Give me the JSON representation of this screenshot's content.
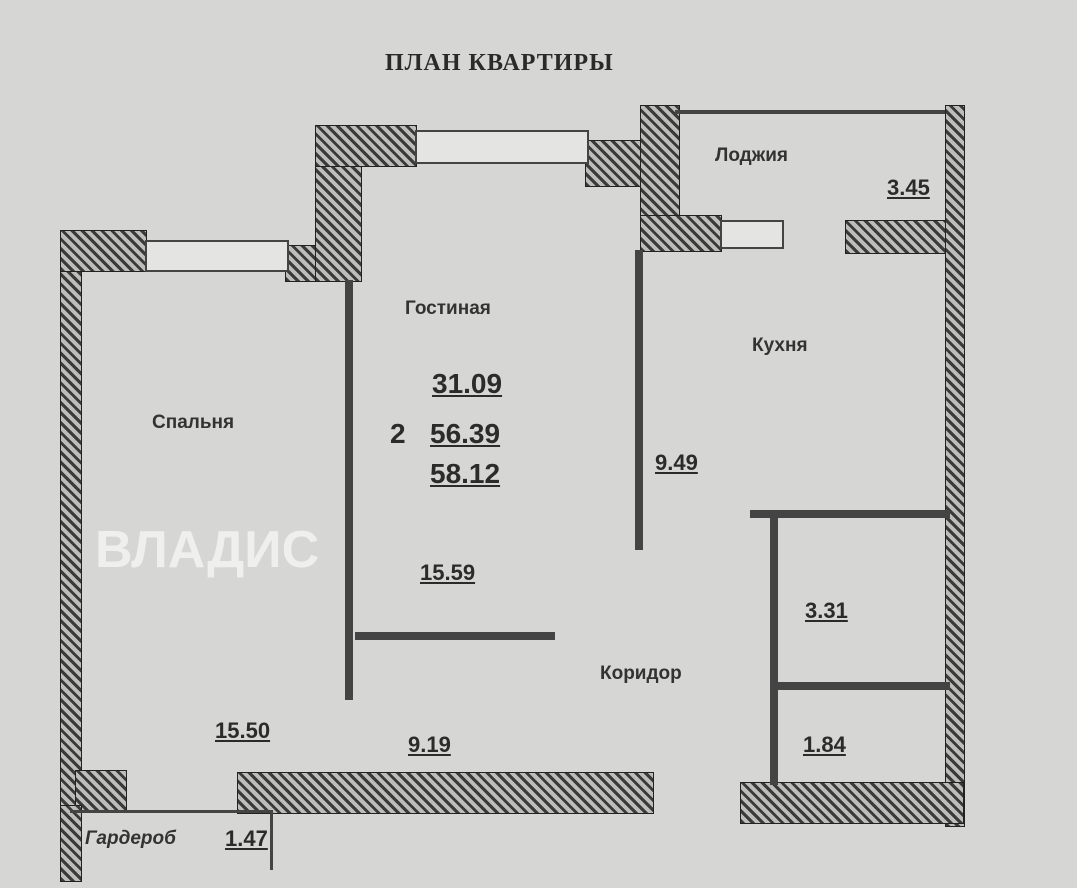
{
  "title": "ПЛАН КВАРТИРЫ",
  "rooms": {
    "loggia": {
      "label": "Лоджия",
      "area": "3.45"
    },
    "living": {
      "label": "Гостиная",
      "area": "15.59"
    },
    "kitchen": {
      "label": "Кухня",
      "area": "9.49"
    },
    "bedroom": {
      "label": "Спальня",
      "area": "15.50"
    },
    "corridor": {
      "label": "Коридор",
      "area": "9.19"
    },
    "bathroom": {
      "area": "3.31"
    },
    "toilet": {
      "area": "1.84"
    },
    "wardrobe": {
      "label": "Гардероб",
      "area": "1.47"
    }
  },
  "summary": {
    "rooms_count": "2",
    "living_area": "31.09",
    "total_area": "56.39",
    "total_with_loggia": "58.12"
  },
  "watermark": "ВЛАДИС"
}
